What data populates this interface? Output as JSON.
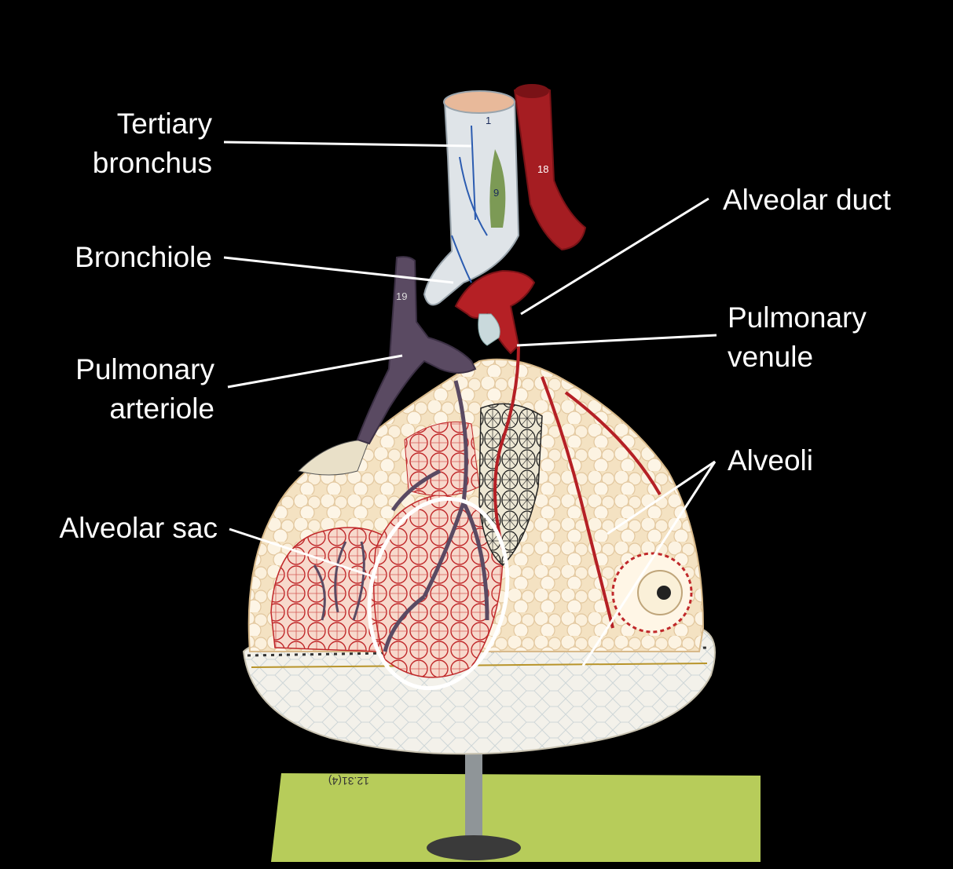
{
  "labels": {
    "tertiary_bronchus": [
      "Tertiary",
      "bronchus"
    ],
    "bronchiole": "Bronchiole",
    "pulmonary_arteriole": [
      "Pulmonary",
      "arteriole"
    ],
    "alveolar_sac": "Alveolar sac",
    "alveolar_duct": "Alveolar duct",
    "pulmonary_venule": [
      "Pulmonary",
      "venule"
    ],
    "alveoli": "Alveoli"
  },
  "model_tag": "12.31(4)",
  "vessel_numbers": {
    "bronchus": "1",
    "vein": "18",
    "artery": "19",
    "muscle": "9"
  },
  "colors": {
    "background": "#000000",
    "label_text": "#ffffff",
    "leader_line": "#ffffff",
    "alveoli": "#f6e6c8",
    "capillary_red": "#c0282a",
    "arteriole_purple": "#5a4a62",
    "bronchus": "#dfe4e8",
    "stand_green": "#b7cc5a"
  }
}
